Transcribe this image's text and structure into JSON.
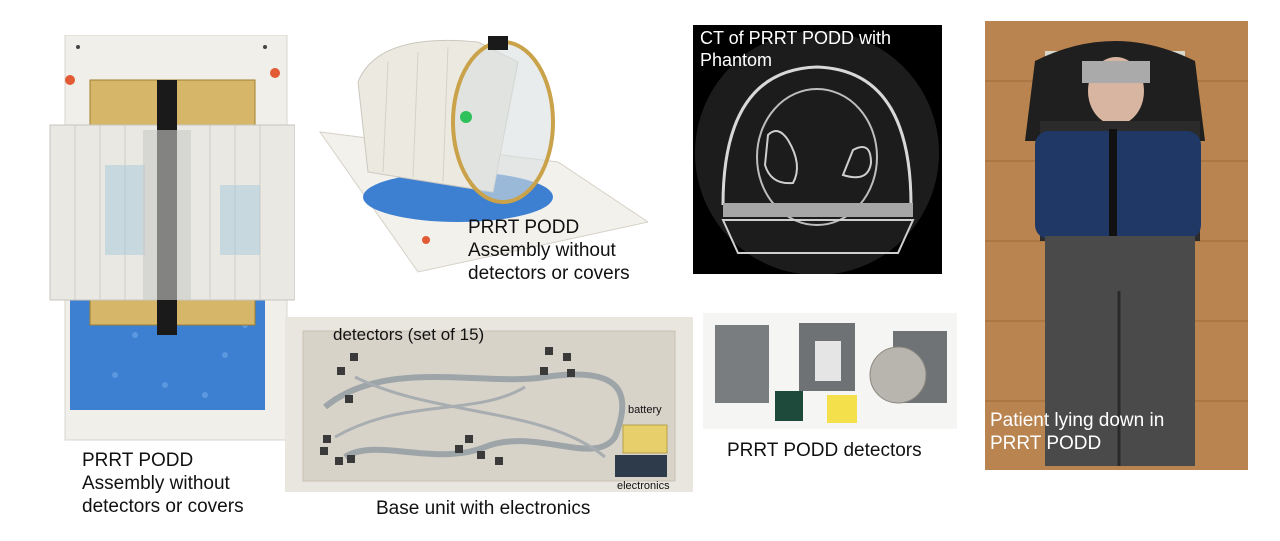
{
  "panels": {
    "podd_assembly_tall": {
      "caption": "PRRT PODD\nAssembly without\ndetectors or covers"
    },
    "podd_assembly_angled": {
      "caption": "PRRT PODD\nAssembly without\ndetectors or covers"
    },
    "ct_scan": {
      "title": "CT of PRRT PODD with\nPhantom"
    },
    "base_unit": {
      "caption": "Base unit with electronics",
      "label_detectors": "detectors (set of 15)",
      "label_battery": "battery",
      "label_electronics": "electronics"
    },
    "detectors": {
      "caption": "PRRT PODD detectors"
    },
    "patient": {
      "caption": "Patient lying down in\nPRRT PODD"
    }
  },
  "colors": {
    "beads_blue": "#3d7fd0",
    "amber_frame": "#c9a24a",
    "ct_background": "#000000",
    "patient_vest": "#1f3866",
    "wood_floor": "#b9844f"
  }
}
